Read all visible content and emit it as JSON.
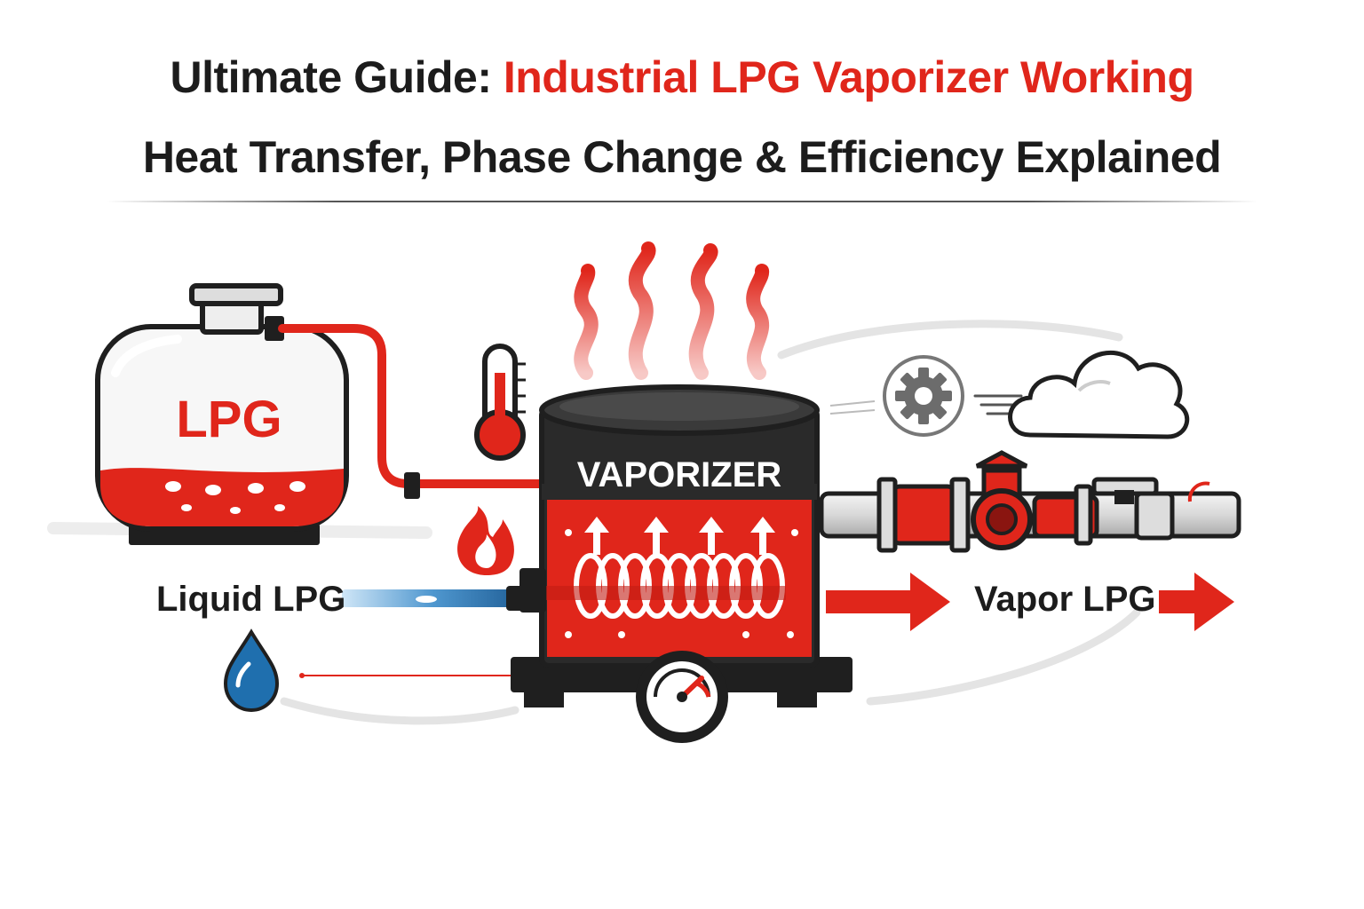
{
  "title": {
    "line1_dark": "Ultimate Guide: ",
    "line1_red": "Industrial LPG Vaporizer Working",
    "line2": "Heat Transfer, Phase Change & Efficiency Explained"
  },
  "tank": {
    "label": "LPG"
  },
  "vaporizer": {
    "label": "VAPORIZER"
  },
  "labels": {
    "liquid": "Liquid LPG",
    "vapor": "Vapor LPG"
  },
  "colors": {
    "accent_red": "#e0261b",
    "dark": "#1c1c1c",
    "liquid_blue": "#2d7fc0",
    "gray": "#777777"
  },
  "icons": [
    "thermometer-icon",
    "flame-icon",
    "gear-icon",
    "cloud-icon",
    "water-drop-icon",
    "pressure-gauge-icon",
    "heat-waves-icon"
  ]
}
